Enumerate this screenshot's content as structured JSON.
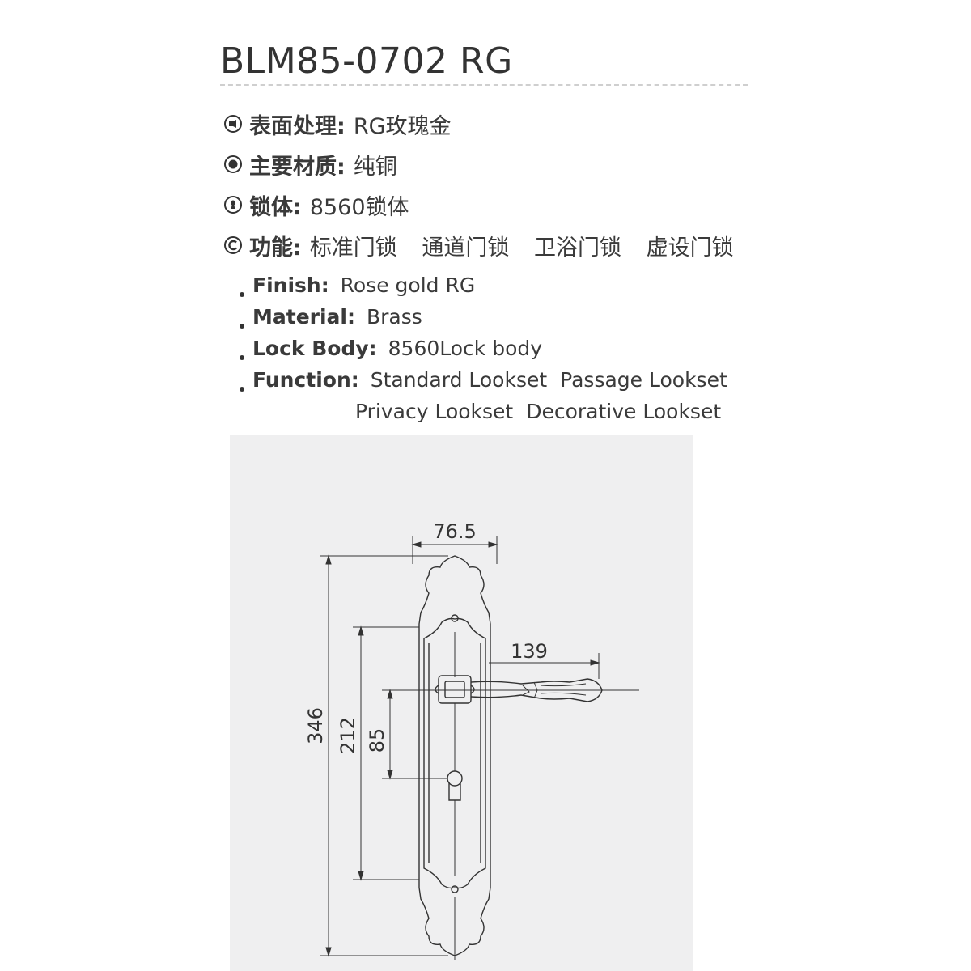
{
  "title": "BLM85-0702 RG",
  "specs_cn": [
    {
      "icon": "finish-icon",
      "label": "表面处理:",
      "value": "RG玫瑰金"
    },
    {
      "icon": "material-icon",
      "label": "主要材质:",
      "value": "纯铜"
    },
    {
      "icon": "lock-body-icon",
      "label": "锁体:",
      "value": "8560锁体"
    }
  ],
  "function_cn": {
    "icon": "function-icon",
    "label": "功能:",
    "items": [
      "标准门锁",
      "通道门锁",
      "卫浴门锁",
      "虚设门锁"
    ]
  },
  "specs_en": [
    {
      "label": "Finish:",
      "value": "Rose gold RG"
    },
    {
      "label": "Material:",
      "value": "Brass"
    },
    {
      "label": "Lock Body:",
      "value": "8560Lock body"
    }
  ],
  "function_en": {
    "label": "Function:",
    "line1": [
      "Standard Lookset",
      "Passage Lookset"
    ],
    "line2": [
      "Privacy Lookset",
      "Decorative Lookset"
    ]
  },
  "dimensions": {
    "width": "76.5",
    "handle_length": "139",
    "total_height": "346",
    "handle_to_bottom": "212",
    "handle_to_keyhole": "85"
  },
  "colors": {
    "background": "#ffffff",
    "drawing_panel": "#efeff0",
    "text": "#3a3a3a",
    "line": "#333333"
  }
}
